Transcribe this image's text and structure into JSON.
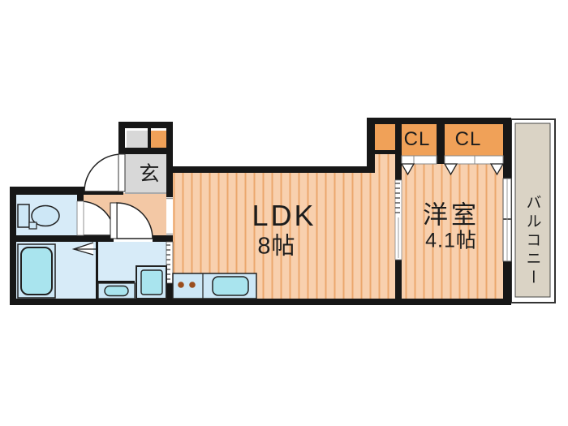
{
  "title": "apartment-floor-plan",
  "labels": {
    "ldk": {
      "name": "LDK",
      "size": "8帖"
    },
    "western": {
      "name": "洋室",
      "size": "4.1帖"
    },
    "closet_left": "CL",
    "closet_right": "CL",
    "entrance": "玄",
    "balcony": "バルコニー"
  },
  "colors": {
    "wall": "#171717",
    "floor_base": "#f8d0ae",
    "floor_stripe": "#eba76d",
    "hallway": "#f3c8a5",
    "accent_orange": "#f0a158",
    "entrance_gray": "#d8d8d8",
    "balcony_beige": "#dad3c5",
    "water_floor": "#d7ebf8",
    "fixture_cyan": "#a9e4ee",
    "fixture_light": "#cde7f6",
    "burner_dot": "#9a4d1e",
    "text": "#1d1d1d"
  }
}
